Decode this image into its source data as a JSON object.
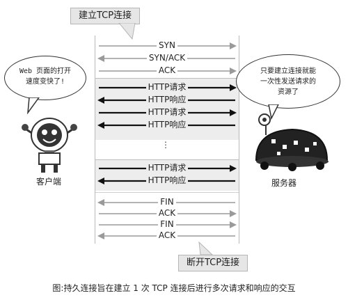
{
  "callouts": {
    "establish": "建立TCP连接",
    "close": "断开TCP连接"
  },
  "messages": [
    {
      "label": "SYN",
      "dir": "right",
      "phase": "handshake"
    },
    {
      "label": "SYN/ACK",
      "dir": "left",
      "phase": "handshake"
    },
    {
      "label": "ACK",
      "dir": "right",
      "phase": "handshake"
    },
    {
      "label": "HTTP请求",
      "dir": "right",
      "phase": "http"
    },
    {
      "label": "HTTP响应",
      "dir": "left",
      "phase": "http"
    },
    {
      "label": "HTTP请求",
      "dir": "right",
      "phase": "http"
    },
    {
      "label": "HTTP响应",
      "dir": "left",
      "phase": "http"
    },
    {
      "label": "HTTP请求",
      "dir": "right",
      "phase": "http"
    },
    {
      "label": "HTTP响应",
      "dir": "left",
      "phase": "http"
    },
    {
      "label": "FIN",
      "dir": "left",
      "phase": "teardown"
    },
    {
      "label": "ACK",
      "dir": "right",
      "phase": "teardown"
    },
    {
      "label": "FIN",
      "dir": "right",
      "phase": "teardown"
    },
    {
      "label": "ACK",
      "dir": "left",
      "phase": "teardown"
    }
  ],
  "ellipsis": "⋮",
  "client": {
    "label": "客户端",
    "speech": [
      "Web 页面的打开",
      "速度变快了!"
    ]
  },
  "server": {
    "label": "服务器",
    "speech": [
      "只要建立连接就能",
      "一次性发送请求的",
      "资源了"
    ]
  },
  "caption": "图:持久连接旨在建立 1 次 TCP 连接后进行多次请求和响应的交互",
  "colors": {
    "handshake_arrow": "#9a9a9a",
    "http_arrow": "#111111",
    "panel": "#ededed"
  }
}
